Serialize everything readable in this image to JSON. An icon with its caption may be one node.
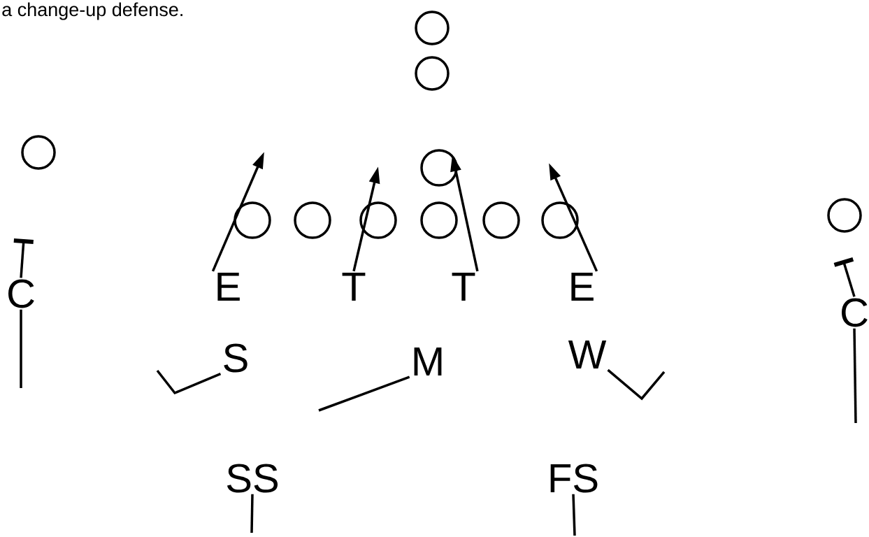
{
  "diagram": {
    "caption": "a change-up defense.",
    "nodes": [
      {
        "text": [],
        "shape": "circle"
      },
      {
        "text": [],
        "shape": "circle"
      },
      {
        "text": [],
        "shape": "circle"
      },
      {
        "text": [],
        "shape": "circle"
      },
      {
        "text": [],
        "shape": "circle"
      },
      {
        "text": [],
        "shape": "circle"
      },
      {
        "text": [],
        "shape": "circle"
      },
      {
        "text": [],
        "shape": "circle"
      },
      {
        "text": [],
        "shape": "circle"
      },
      {
        "text": [],
        "shape": "circle"
      },
      {
        "text": [],
        "shape": "circle"
      },
      {
        "text": [
          "C"
        ]
      },
      {
        "text": [
          "E"
        ]
      },
      {
        "text": [
          "T"
        ]
      },
      {
        "text": [
          "T"
        ]
      },
      {
        "text": [
          "E"
        ]
      },
      {
        "text": [
          "C"
        ]
      },
      {
        "text": [
          "S"
        ]
      },
      {
        "text": [
          "M"
        ]
      },
      {
        "text": [
          "W"
        ]
      },
      {
        "text": [
          "SS"
        ]
      },
      {
        "text": [
          "FS"
        ]
      }
    ],
    "edges": [
      {
        "from": 12,
        "to": null,
        "arrow": "to"
      },
      {
        "from": 13,
        "to": null,
        "arrow": "to"
      },
      {
        "from": 14,
        "to": 3,
        "arrow": "to"
      },
      {
        "from": 15,
        "to": null,
        "arrow": "to"
      },
      {
        "from": 11,
        "to": null,
        "arrow": "other"
      },
      {
        "from": 11,
        "to": null,
        "arrow": "none"
      },
      {
        "from": 16,
        "to": null,
        "arrow": "other"
      },
      {
        "from": 16,
        "to": null,
        "arrow": "none"
      },
      {
        "from": 17,
        "to": null,
        "arrow": "none"
      },
      {
        "from": 18,
        "to": null,
        "arrow": "none"
      },
      {
        "from": 19,
        "to": null,
        "arrow": "none"
      },
      {
        "from": 20,
        "to": null,
        "arrow": "none"
      },
      {
        "from": 21,
        "to": null,
        "arrow": "none"
      }
    ]
  }
}
